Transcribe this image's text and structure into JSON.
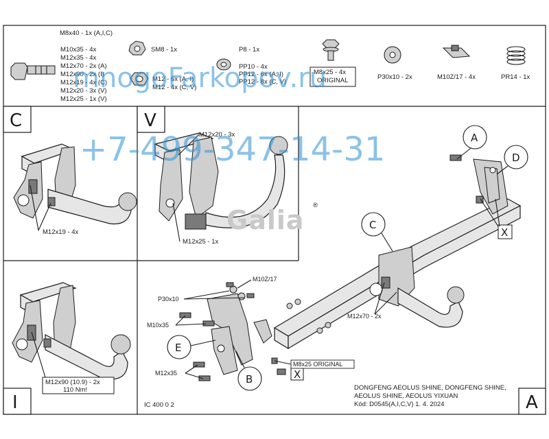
{
  "parts": {
    "bolt_main": "M8x40 - 1x (A,I,C)",
    "bolts": [
      "M10x35 - 4x",
      "M12x35 - 4x",
      "M12x70 - 2x (A)",
      "M12x90 - 2x (I)",
      "M12x19 - 4x (C)",
      "M12x20 - 3x (V)",
      "M12x25 - 1x (V)"
    ],
    "sm8": "SM8 - 1x",
    "nuts": [
      "M12 - 6x (A, I)",
      "M12 - 4x (C, V)"
    ],
    "p8": "P8 - 1x",
    "washers": [
      "PP10 - 4x",
      "PP12 - 6x (A, I)",
      "PP12 - 8x (C, V)"
    ],
    "orig_bolt": [
      "M8x25 - 4x",
      "ORIGINAL"
    ],
    "p30": "P30x10 - 2x",
    "m10z": "M10Z/17 - 4x",
    "pr14": "PR14 - 1x"
  },
  "watermark": {
    "site": "mnogoFarkopov.ru",
    "phone": "+7-499-347-14-31"
  },
  "logo": {
    "text": "Galia",
    "reg": "®"
  },
  "panels": {
    "c": {
      "letter": "C",
      "bolt": "M12x19 - 4x"
    },
    "v": {
      "letter": "V",
      "bolt_top": "M12x20 - 3x",
      "bolt_bottom": "M12x25 - 1x"
    },
    "i": {
      "letter": "I",
      "bolt": "M12x90 (10.9) - 2x",
      "torque": "110 Nm!"
    },
    "a": {
      "letter": "A"
    }
  },
  "callouts": {
    "a": "A",
    "b": "B",
    "c": "C",
    "d": "D",
    "e": "E",
    "x1": "X",
    "x2": "X",
    "m10z17": "M10Z/17",
    "p30x10": "P30x10",
    "m10x35": "M10x35",
    "m12x35": "M12x35",
    "m8x25": "M8x25 ORIGINAL",
    "m12x70": "M12x70 - 2x"
  },
  "footer": {
    "code": "IC 400 0 2",
    "vehicle_line1": "DONGFENG AEOLUS SHINE, DONGFENG SHINE,",
    "vehicle_line2": "AEOLUS SHINE, AEOLUS YIXUAN",
    "kod": "Kód: D0545(A,I,C,V)  1. 4. 2024"
  }
}
